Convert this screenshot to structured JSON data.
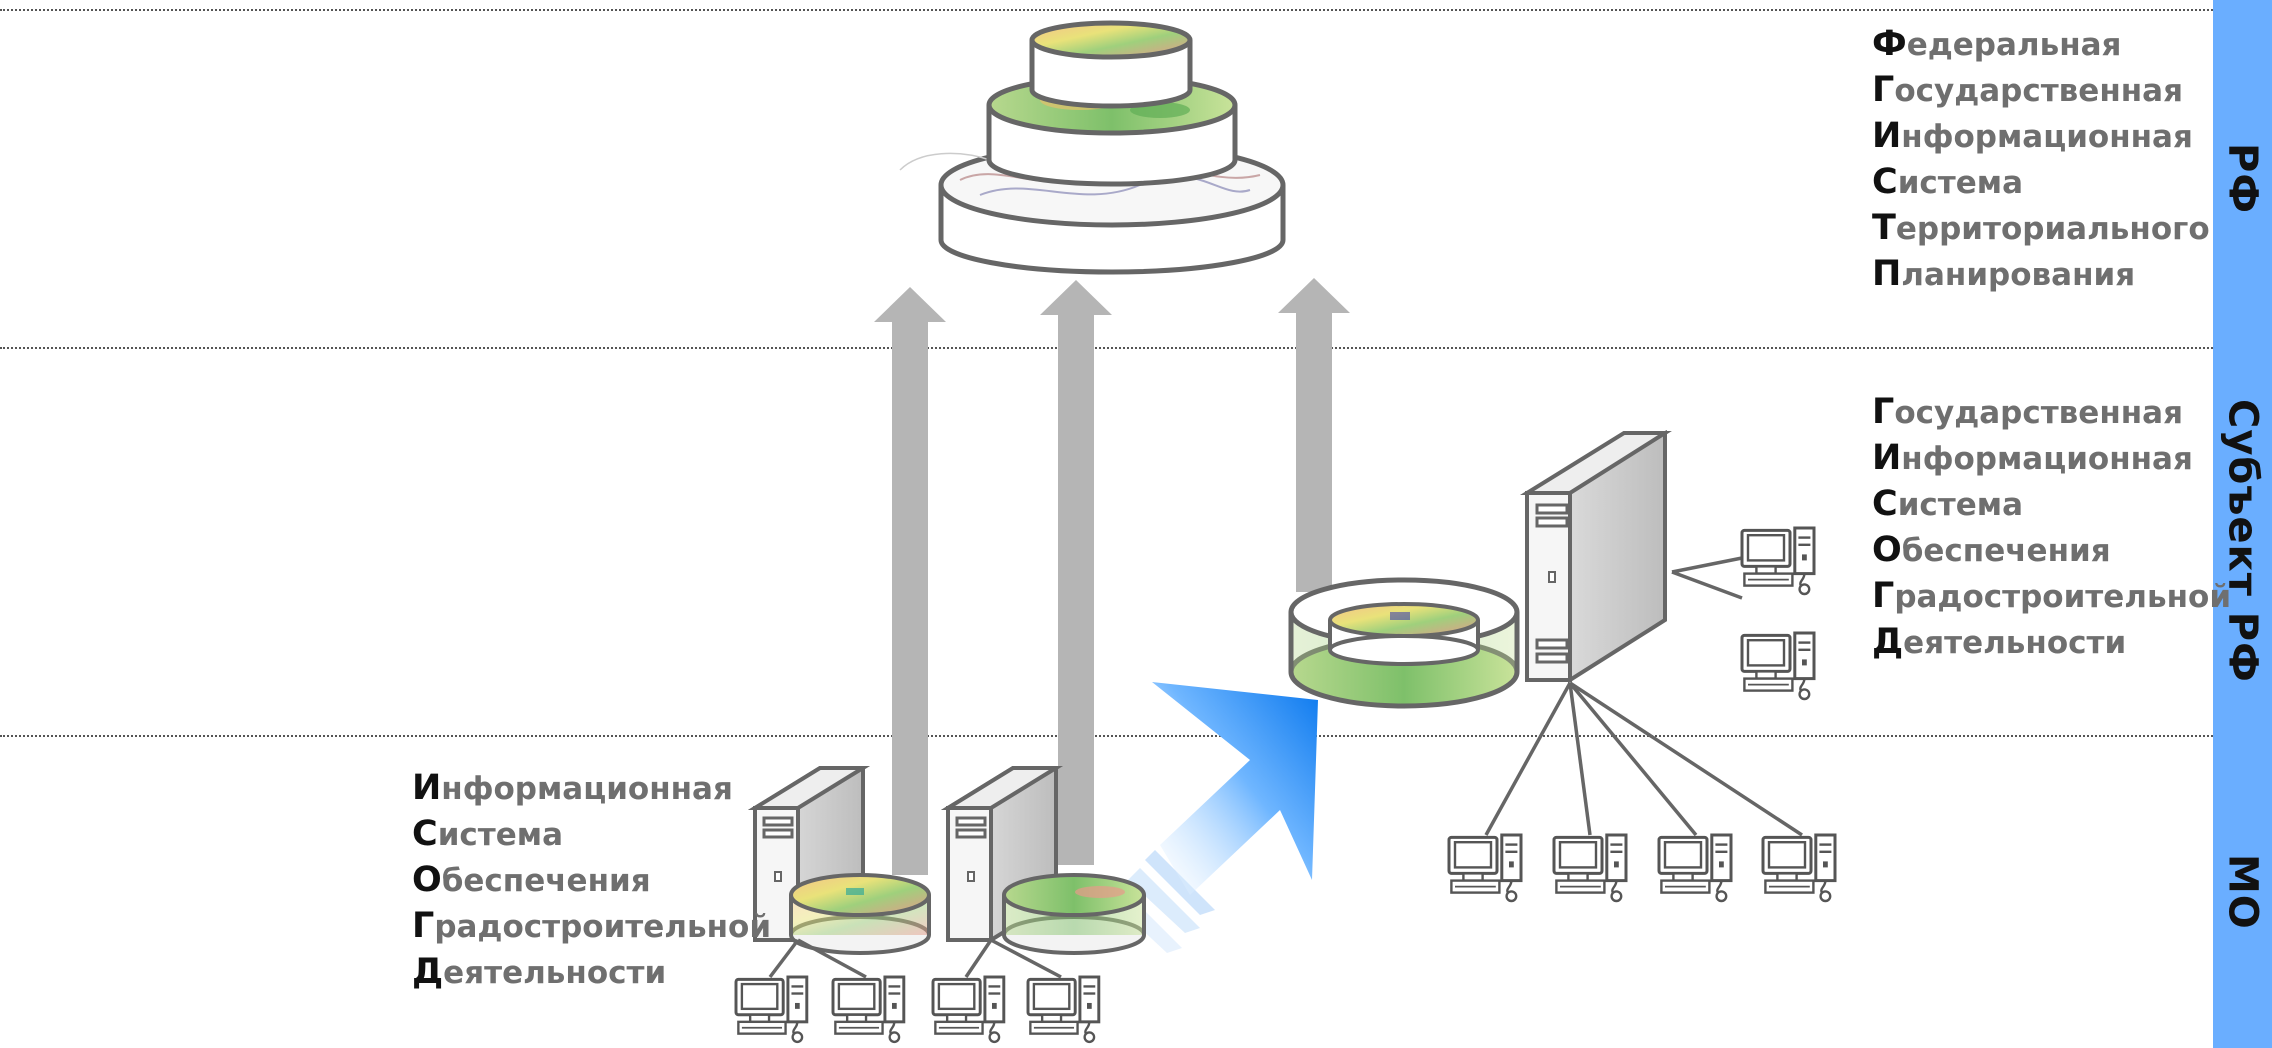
{
  "levels": [
    {
      "id": "rf",
      "label": "РФ"
    },
    {
      "id": "subject",
      "label": "Субъект РФ"
    },
    {
      "id": "mo",
      "label": "МО"
    }
  ],
  "federal_system": {
    "lines": [
      {
        "cap": "Ф",
        "rest": "едеральная"
      },
      {
        "cap": "Г",
        "rest": "осударственная"
      },
      {
        "cap": "И",
        "rest": "нформационная"
      },
      {
        "cap": "С",
        "rest": "истема"
      },
      {
        "cap": "Т",
        "rest": "ерриториального"
      },
      {
        "cap": "П",
        "rest": "ланирования"
      }
    ]
  },
  "regional_system": {
    "lines": [
      {
        "cap": "Г",
        "rest": "осударственная"
      },
      {
        "cap": "И",
        "rest": "нформационная"
      },
      {
        "cap": "С",
        "rest": "истема"
      },
      {
        "cap": "О",
        "rest": "беспечения"
      },
      {
        "cap": "Г",
        "rest": "радостроительной"
      },
      {
        "cap": "Д",
        "rest": "еятельности"
      }
    ]
  },
  "municipal_system": {
    "lines": [
      {
        "cap": "И",
        "rest": "нформационная"
      },
      {
        "cap": "С",
        "rest": "истема"
      },
      {
        "cap": "О",
        "rest": "беспечения"
      },
      {
        "cap": "Г",
        "rest": "радостроительной"
      },
      {
        "cap": "Д",
        "rest": "еятельности"
      }
    ]
  },
  "colors": {
    "sidebar": "#6aaeff",
    "arrow_gray": "#b5b5b5",
    "arrow_blue": "#1a86f0",
    "outline": "#666666",
    "text_gray": "#6f6f6f",
    "text_cap": "#111111"
  }
}
